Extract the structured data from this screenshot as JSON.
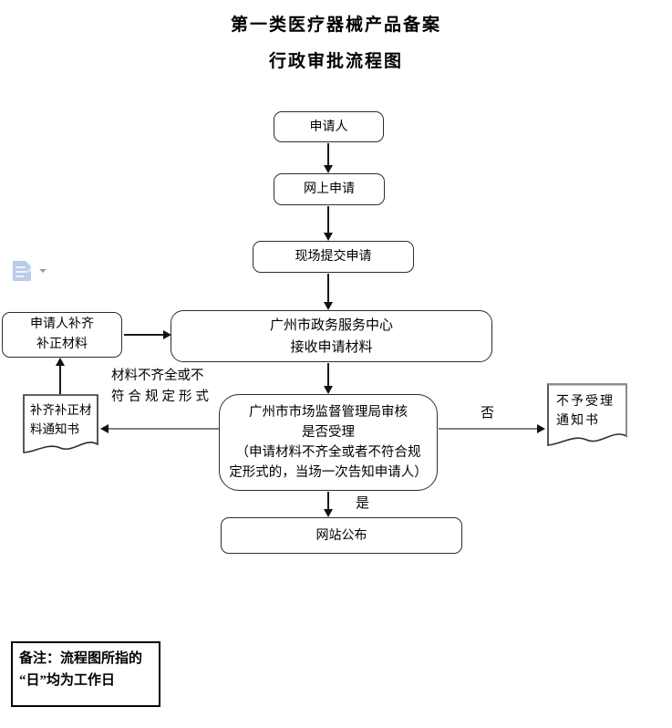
{
  "title": "第一类医疗器械产品备案",
  "subtitle": "行政审批流程图",
  "boxes": {
    "applicant": {
      "label": "申请人"
    },
    "online": {
      "label": "网上申请"
    },
    "onsite": {
      "label": "现场提交申请"
    },
    "center": {
      "lines": [
        "广州市政务服务中心",
        "接收申请材料"
      ]
    },
    "decision": {
      "lines": [
        "广州市市场监督管理局审核",
        "是否受理",
        "（申请材料不齐全或者不符合规",
        "定形式的，当场一次告知申请人）"
      ]
    },
    "publish": {
      "label": "网站公布"
    },
    "supplement": {
      "lines": [
        "申请人补齐",
        "补正材料"
      ]
    }
  },
  "documents": {
    "supplement_notice": {
      "lines": [
        "补齐补正材",
        "料通知书"
      ]
    },
    "reject_notice": {
      "lines": [
        "不予受理",
        "通知书"
      ]
    }
  },
  "edge_labels": {
    "incomplete": {
      "lines": [
        "材料不齐全或不",
        "符合规定形式"
      ]
    },
    "no": "否",
    "yes": "是"
  },
  "note": {
    "lines": [
      "备注：流程图所指的",
      "“日”均为工作日"
    ]
  },
  "icons": {
    "paste_options": "clipboard",
    "dropdown": "chevron-down"
  },
  "colors": {
    "box_border": "#2d2d2d",
    "arrow": "#1a1a1a",
    "connector_grey": "#808080",
    "paste_icon_blue": "#b9cce8"
  }
}
